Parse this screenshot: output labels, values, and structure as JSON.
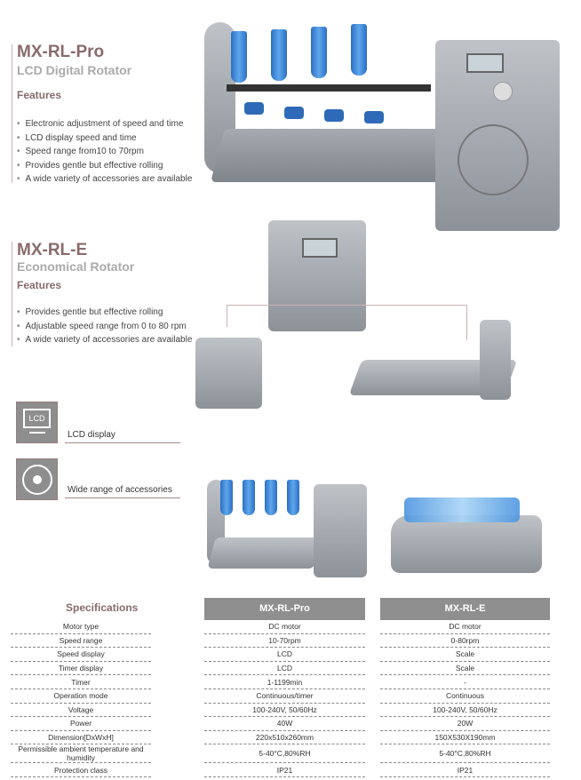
{
  "pro": {
    "title": "MX-RL-Pro",
    "subtitle": "LCD Digital Rotator",
    "features_label": "Features",
    "features": [
      "Electronic adjustment of speed and time",
      "LCD display speed and time",
      "Speed range from10 to 70rpm",
      "Provides gentle but effective rolling",
      "A wide variety of accessories are available"
    ]
  },
  "e": {
    "title": "MX-RL-E",
    "subtitle": "Economical Rotator",
    "features_label": "Features",
    "features": [
      "Provides gentle but effective rolling",
      "Adjustable speed range from 0 to 80 rpm",
      "A wide variety of accessories are available"
    ]
  },
  "highlights": [
    {
      "icon": "lcd-monitor-icon",
      "icon_text": "LCD",
      "label": "LCD display"
    },
    {
      "icon": "accessory-wheel-icon",
      "label": "Wide range of accessories"
    }
  ],
  "specs": {
    "title": "Specifications",
    "columns": [
      "MX-RL-Pro",
      "MX-RL-E"
    ],
    "rows": [
      [
        "Motor type",
        "DC motor",
        "DC motor"
      ],
      [
        "Speed range",
        "10-70rpm",
        "0-80rpm"
      ],
      [
        "Speed display",
        "LCD",
        "Scale"
      ],
      [
        "Timer display",
        "LCD",
        "Scale"
      ],
      [
        "Timer",
        "1-1199min",
        "-"
      ],
      [
        "Operation mode",
        "Continuous/timer",
        "Continuous"
      ],
      [
        "Voltage",
        "100-240V, 50/60Hz",
        "100-240V, 50/60Hz"
      ],
      [
        "Power",
        "40W",
        "20W"
      ],
      [
        "Dimension[DxWxH]",
        "220x510x260mm",
        "150X530X190mm"
      ],
      [
        "Permissible ambient temperature and humidity",
        "5-40°C,80%RH",
        "5-40°C,80%RH"
      ],
      [
        "Protection class",
        "IP21",
        "IP21"
      ]
    ]
  }
}
